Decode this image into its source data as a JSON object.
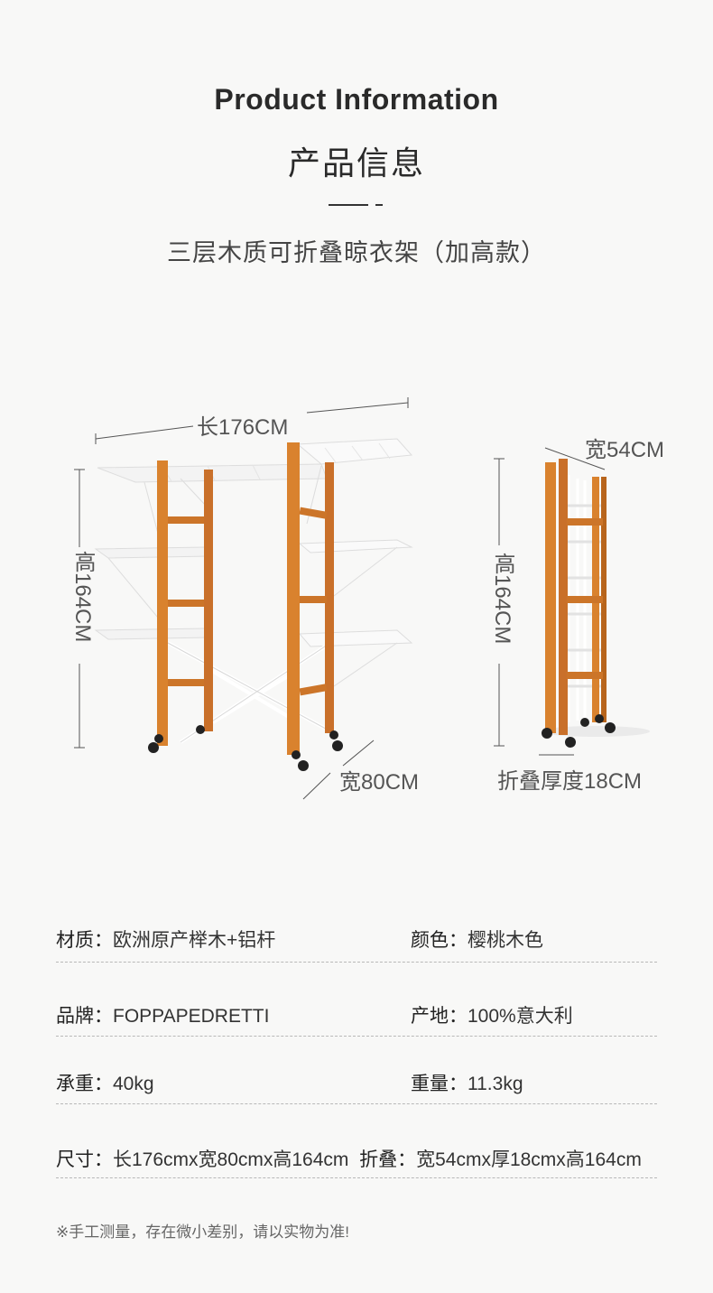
{
  "header": {
    "title_en": "Product Information",
    "title_cn": "产品信息",
    "subtitle": "三层木质可折叠晾衣架（加高款）"
  },
  "dimensions": {
    "length": "长176CM",
    "height_open": "高164CM",
    "depth_open": "宽80CM",
    "width_folded": "宽54CM",
    "height_folded": "高164CM",
    "thickness_folded": "折叠厚度18CM"
  },
  "colors": {
    "wood": "#d9822e",
    "wood_dark": "#b8651c",
    "rail": "#ffffff",
    "wheel": "#222222"
  },
  "specs": [
    {
      "left_key": "材质：",
      "left_val": "欧洲原产榉木+铝杆",
      "right_key": "颜色：",
      "right_val": "樱桃木色"
    },
    {
      "left_key": "品牌：",
      "left_val": "FOPPAPEDRETTI",
      "right_key": "产地：",
      "right_val": "100%意大利"
    },
    {
      "left_key": "承重：",
      "left_val": "40kg",
      "right_key": "重量：",
      "right_val": "11.3kg"
    }
  ],
  "size_row": {
    "key": "尺寸：",
    "value": "长176cmx宽80cmx高164cm",
    "fold_key": "折叠：",
    "fold_value": "宽54cmx厚18cmx高164cm"
  },
  "note": "※手工测量，存在微小差别，请以实物为准!"
}
